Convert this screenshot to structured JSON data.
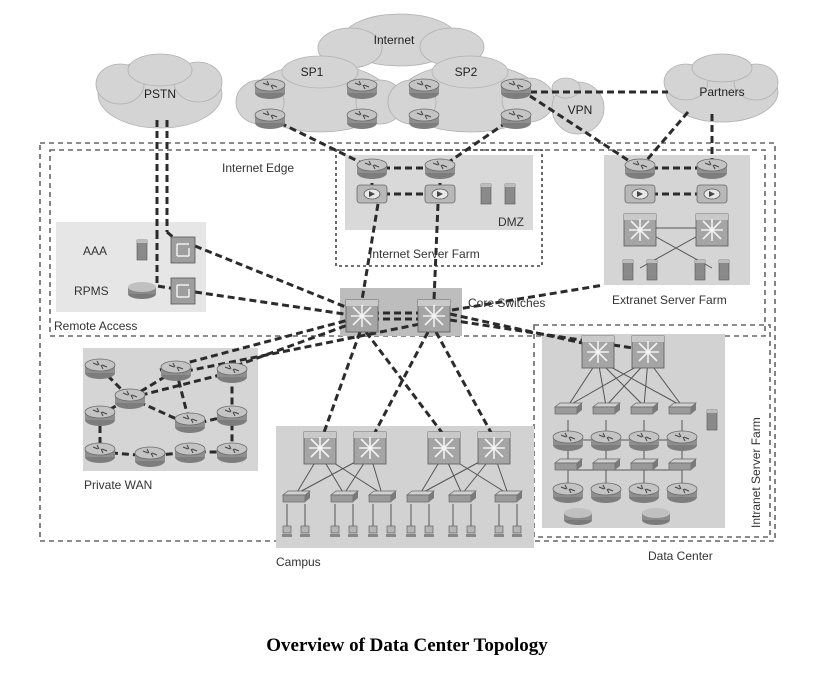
{
  "caption": "Overview of Data Center Topology",
  "clouds": {
    "internet": "Internet",
    "pstn": "PSTN",
    "sp1": "SP1",
    "sp2": "SP2",
    "vpn": "VPN",
    "partners": "Partners"
  },
  "zones": {
    "internet_edge": "Internet Edge",
    "dmz": "DMZ",
    "internet_server_farm": "Internet Server Farm",
    "extranet_server_farm": "Extranet Server Farm",
    "remote_access": "Remote Access",
    "core_switches": "Core Switches",
    "private_wan": "Private WAN",
    "campus": "Campus",
    "data_center": "Data Center",
    "intranet_server_farm": "Intranet Server Farm"
  },
  "devices": {
    "aaa": "AAA",
    "rpms": "RPMS"
  },
  "colors": {
    "cloud": "#d4d4d4",
    "zone_fill": "#d3d3d3",
    "device": "#9e9e9e",
    "link": "#2b2b2b"
  }
}
